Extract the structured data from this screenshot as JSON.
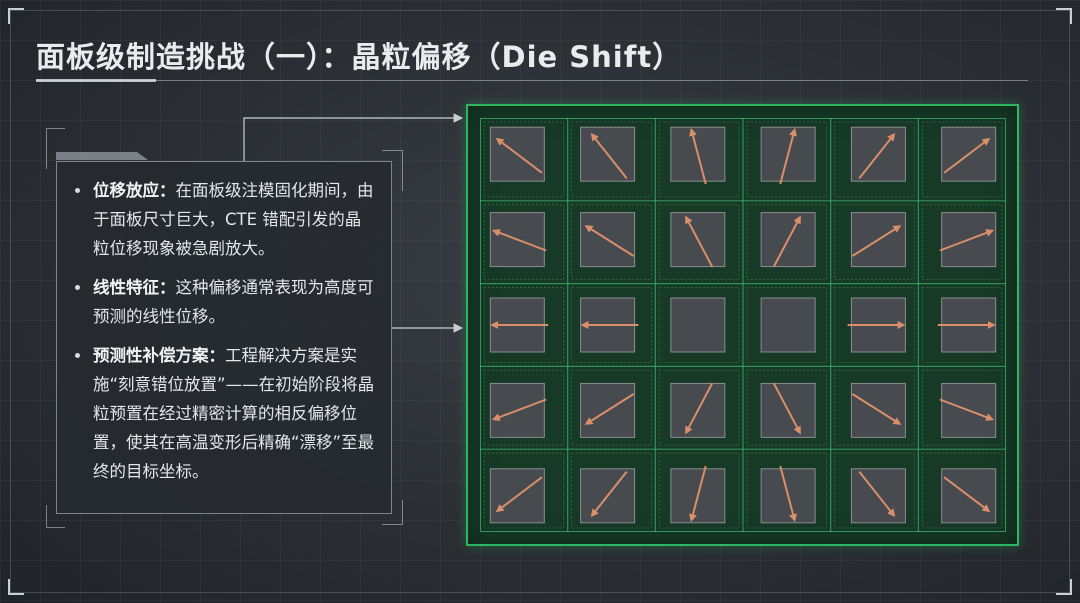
{
  "title": "面板级制造挑战（一）：晶粒偏移（Die Shift）",
  "bullets": [
    {
      "term": "位移放应：",
      "text": "在面板级注模固化期间，由于面板尺寸巨大，CTE 错配引发的晶粒位移现象被急剧放大。"
    },
    {
      "term": "线性特征：",
      "text": "这种偏移通常表现为高度可预测的线性位移。"
    },
    {
      "term": "预测性补偿方案：",
      "text": "工程解决方案是实施“刻意错位放置”——在初始阶段将晶粒预置在经过精密计算的相反偏移位置，使其在高温变形后精确“漂移”至最终的目标坐标。"
    }
  ],
  "colors": {
    "background": "#2b2f34",
    "panel_board": "#173a27",
    "board_border": "#2db562",
    "die": "#474a4f",
    "arrow": "#d98f6a"
  },
  "diagram": {
    "die_grid": {
      "rows": 5,
      "cols": 6
    },
    "arrow_pattern": "radial, pointing outward from panel center"
  }
}
